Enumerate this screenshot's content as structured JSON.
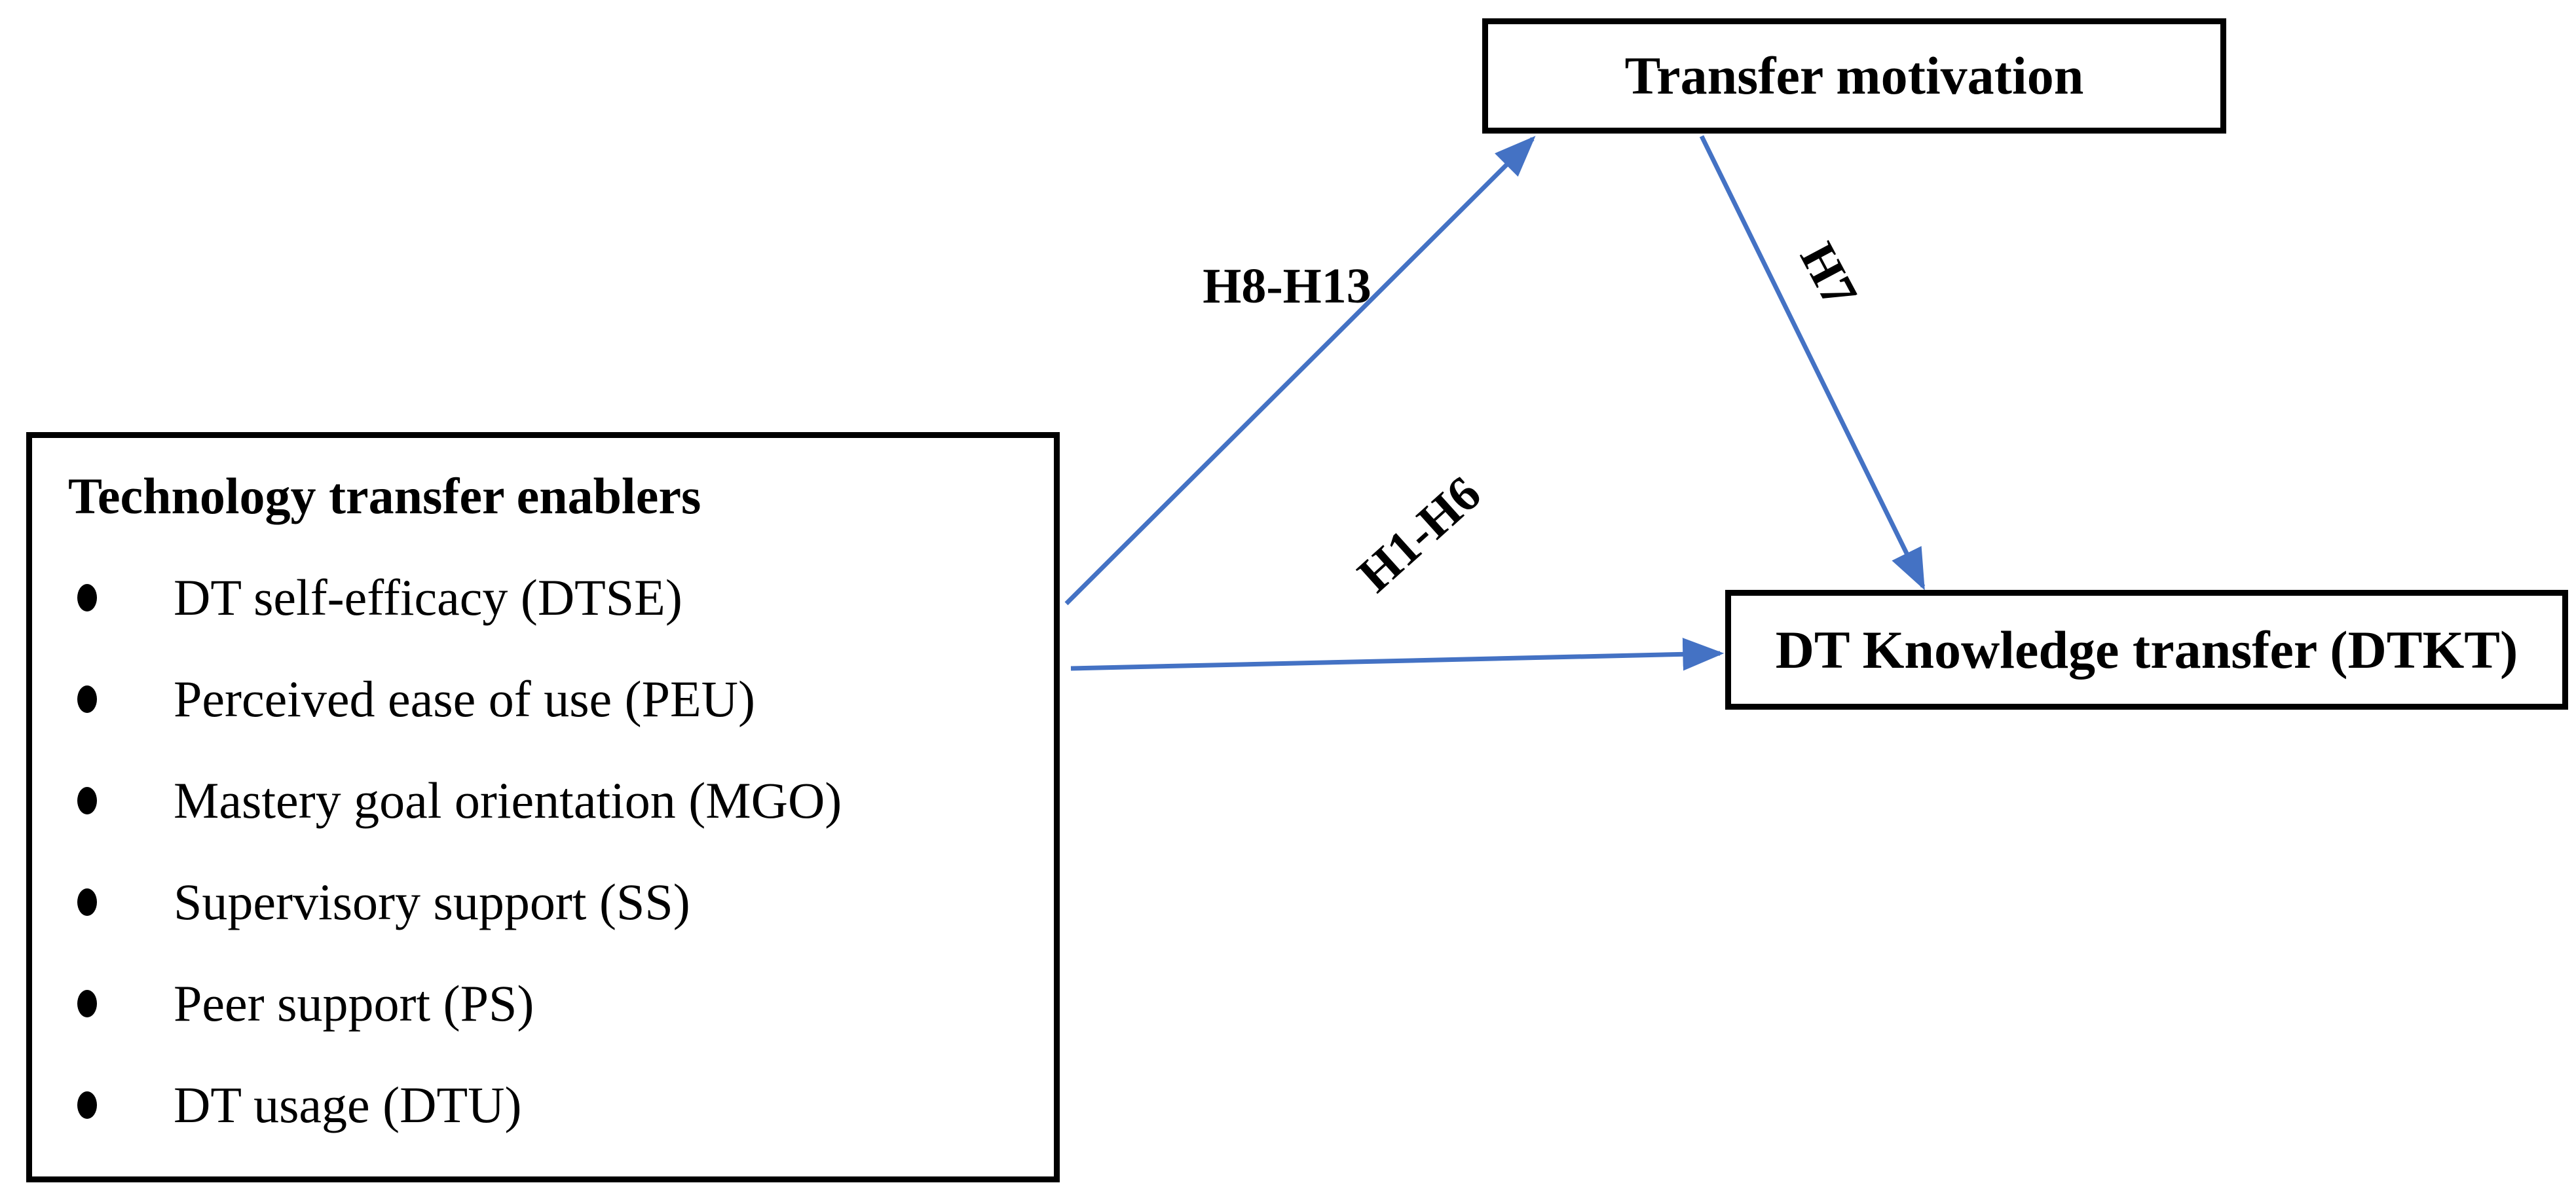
{
  "diagram": {
    "enablers_box": {
      "title": "Technology transfer enablers",
      "items": [
        "DT self-efficacy (DTSE)",
        "Perceived ease of use (PEU)",
        "Mastery goal orientation (MGO)",
        "Supervisory support (SS)",
        "Peer support (PS)",
        "DT usage (DTU)"
      ]
    },
    "transfer_motivation_box": {
      "label": "Transfer motivation"
    },
    "knowledge_transfer_box": {
      "label": "DT Knowledge transfer (DTKT)"
    },
    "arrows": [
      {
        "id": "enablers-to-motivation",
        "label": "H8-H13"
      },
      {
        "id": "motivation-to-knowledge",
        "label": "H7"
      },
      {
        "id": "enablers-to-knowledge",
        "label": "H1-H6"
      }
    ],
    "colors": {
      "arrow": "#4472C4",
      "border": "#000000",
      "text": "#000000",
      "background": "#ffffff"
    }
  }
}
